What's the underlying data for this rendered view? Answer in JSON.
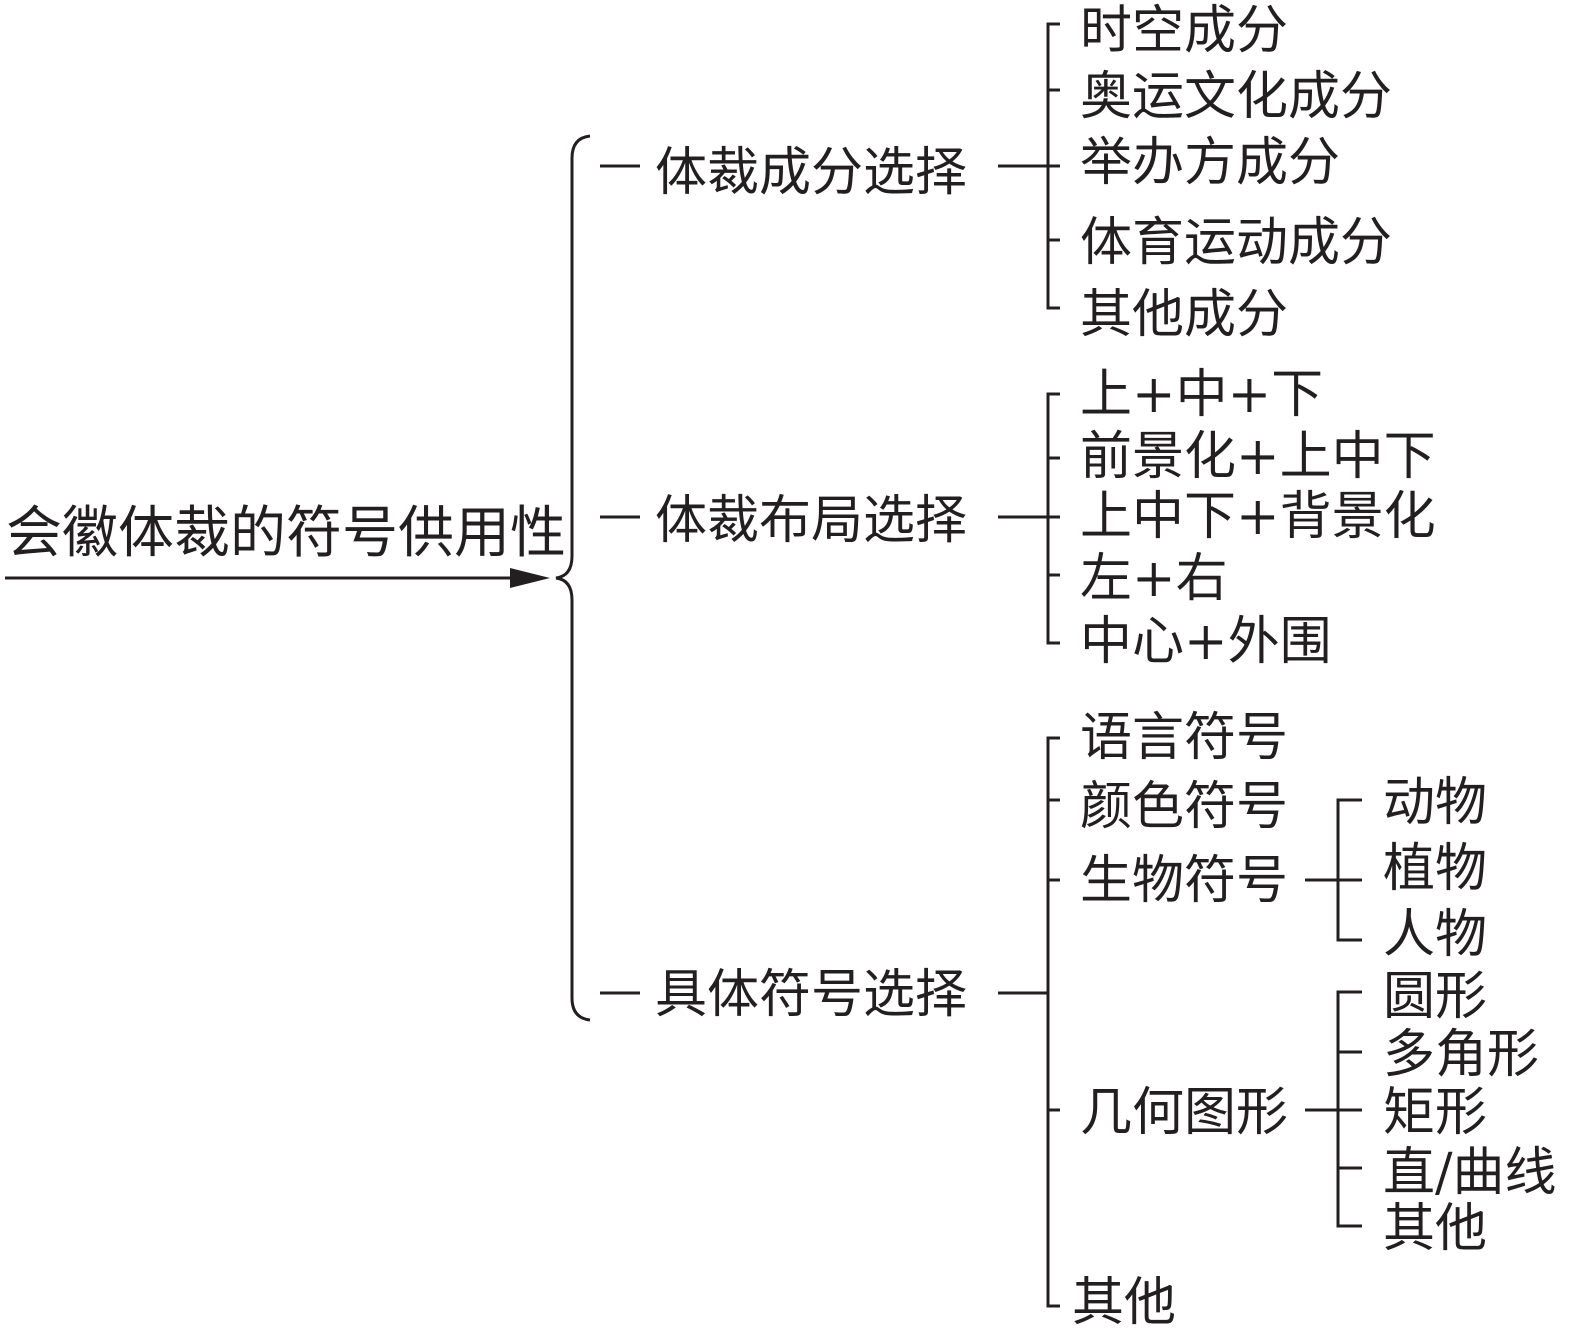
{
  "root": {
    "label": "会徽体裁的符号供用性"
  },
  "branches": [
    {
      "label": "体裁成分选择",
      "items": [
        "时空成分",
        "奥运文化成分",
        "举办方成分",
        "体育运动成分",
        "其他成分"
      ]
    },
    {
      "label": "体裁布局选择",
      "items": [
        "上+中+下",
        "前景化+上中下",
        "上中下+背景化",
        "左+右",
        "中心+外围"
      ]
    },
    {
      "label": "具体符号选择",
      "items": [
        "语言符号",
        "颜色符号",
        "生物符号",
        "几何图形",
        "其他"
      ],
      "sub": {
        "bio": [
          "动物",
          "植物",
          "人物"
        ],
        "geo": [
          "圆形",
          "多角形",
          "矩形",
          "直/曲线",
          "其他"
        ]
      }
    }
  ],
  "colors": {
    "ink": "#231f20",
    "background": "#ffffff"
  }
}
